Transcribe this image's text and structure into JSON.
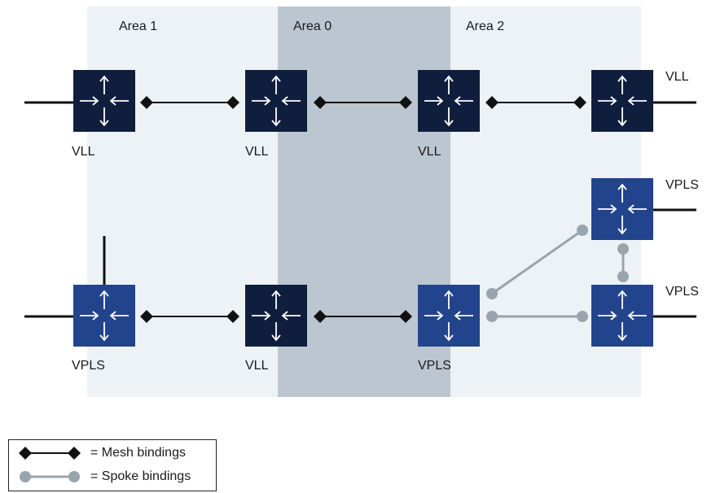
{
  "areas": [
    {
      "label": "Area 1"
    },
    {
      "label": "Area 0"
    },
    {
      "label": "Area 2"
    }
  ],
  "routers": [
    {
      "label": "VLL"
    },
    {
      "label": "VLL"
    },
    {
      "label": "VLL"
    },
    {
      "label": "VLL"
    },
    {
      "label": "VPLS"
    },
    {
      "label": "VPLS"
    },
    {
      "label": "VLL"
    },
    {
      "label": "VPLS"
    },
    {
      "label": "VPLS"
    }
  ],
  "legend": {
    "mesh_label": "= Mesh bindings",
    "spoke_label": "= Spoke bindings"
  },
  "colors": {
    "area_light": "#edf2f6",
    "area_dark": "#bcc6d1",
    "router_dark": "#0f1e3d",
    "router_blue": "#22448c",
    "mesh_line": "#111111",
    "spoke_line": "#9aa4ae",
    "spoke_node": "#9aa4ae"
  }
}
